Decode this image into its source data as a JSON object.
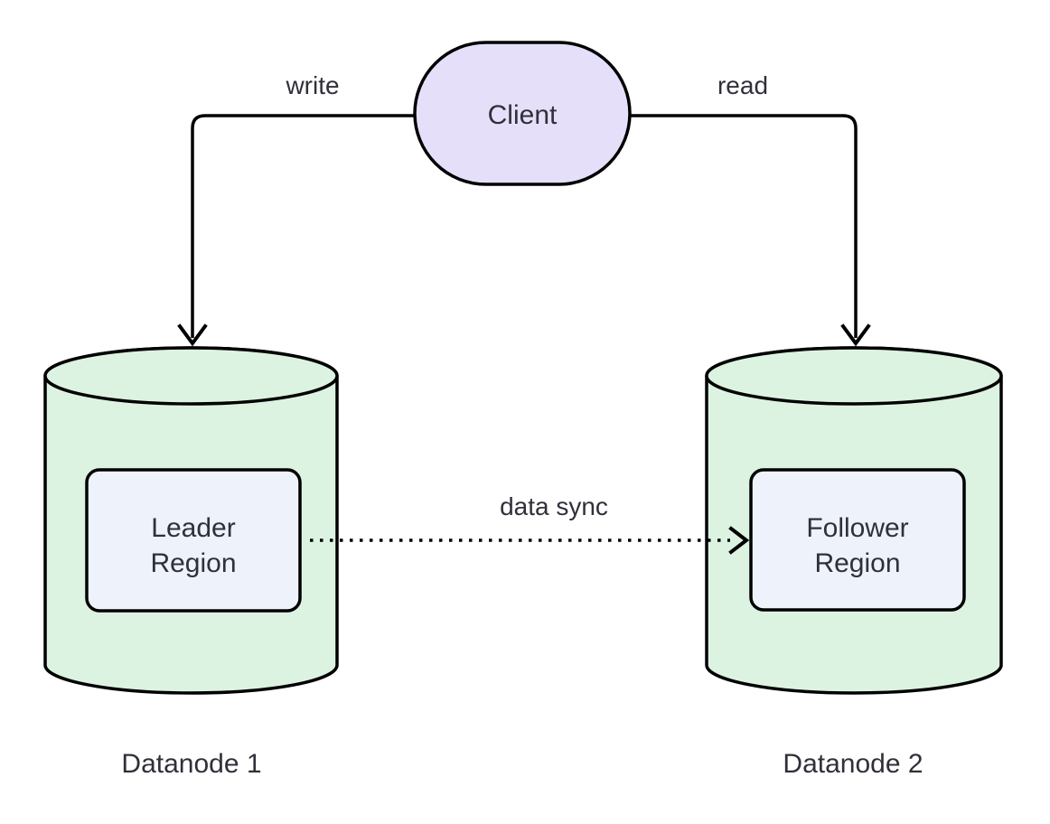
{
  "diagram": {
    "type": "flowchart",
    "background": "#ffffff",
    "text_color": "#30303a",
    "stroke_color": "#000000",
    "nodes": {
      "client": {
        "label": "Client",
        "shape": "stadium",
        "fill": "#e6dffa"
      },
      "datanode1": {
        "caption": "Datanode 1",
        "shape": "cylinder",
        "fill": "#dcf3e1"
      },
      "leader_region": {
        "label": "Leader Region",
        "line1": "Leader",
        "line2": "Region",
        "shape": "rounded-rect",
        "fill": "#edf2fb"
      },
      "datanode2": {
        "caption": "Datanode 2",
        "shape": "cylinder",
        "fill": "#dcf3e1"
      },
      "follower_region": {
        "label": "Follower Region",
        "line1": "Follower",
        "line2": "Region",
        "shape": "rounded-rect",
        "fill": "#edf2fb"
      }
    },
    "edges": {
      "write": {
        "label": "write",
        "from": "Client",
        "to": "Datanode 1",
        "style": "solid"
      },
      "read": {
        "label": "read",
        "from": "Client",
        "to": "Datanode 2",
        "style": "solid"
      },
      "data_sync": {
        "label": "data sync",
        "from": "Leader Region",
        "to": "Follower Region",
        "style": "dotted"
      }
    }
  }
}
